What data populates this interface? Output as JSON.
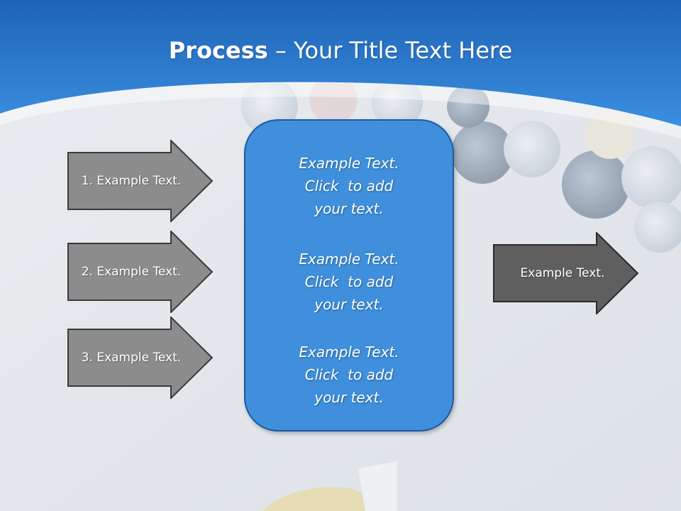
{
  "title": {
    "bold": "Process",
    "rest": " – Your Title Text Here"
  },
  "inputs": [
    {
      "label": "1. Example Text."
    },
    {
      "label": "2. Example Text."
    },
    {
      "label": "3. Example Text."
    }
  ],
  "center_blocks": [
    {
      "lines": [
        "Example Text.",
        "Click  to add",
        "your text."
      ]
    },
    {
      "lines": [
        "Example Text.",
        "Click  to add",
        "your text."
      ]
    },
    {
      "lines": [
        "Example Text.",
        "Click  to add",
        "your text."
      ]
    }
  ],
  "output": {
    "label": "Example Text."
  },
  "colors": {
    "header_blue": "#2a7bd3",
    "input_arrow": "#8c8c8c",
    "output_arrow": "#5f5f5f",
    "center_box": "#3f8fdc"
  }
}
